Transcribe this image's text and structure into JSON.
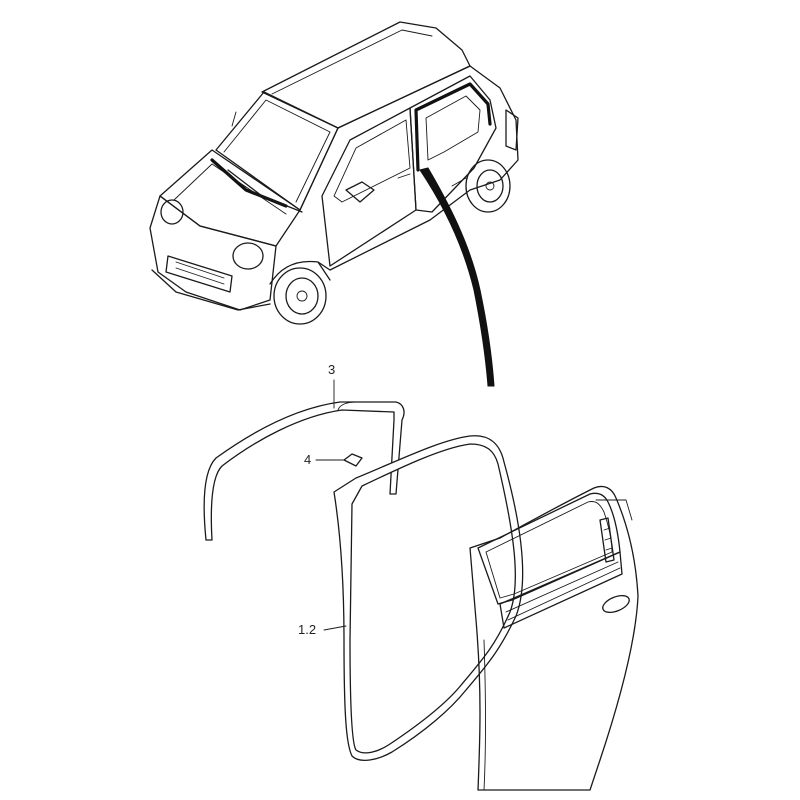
{
  "callouts": {
    "part_3": "3",
    "part_4": "4",
    "part_1_2": "1.2"
  },
  "colors": {
    "line": "#1a1a1a",
    "background": "#ffffff"
  }
}
